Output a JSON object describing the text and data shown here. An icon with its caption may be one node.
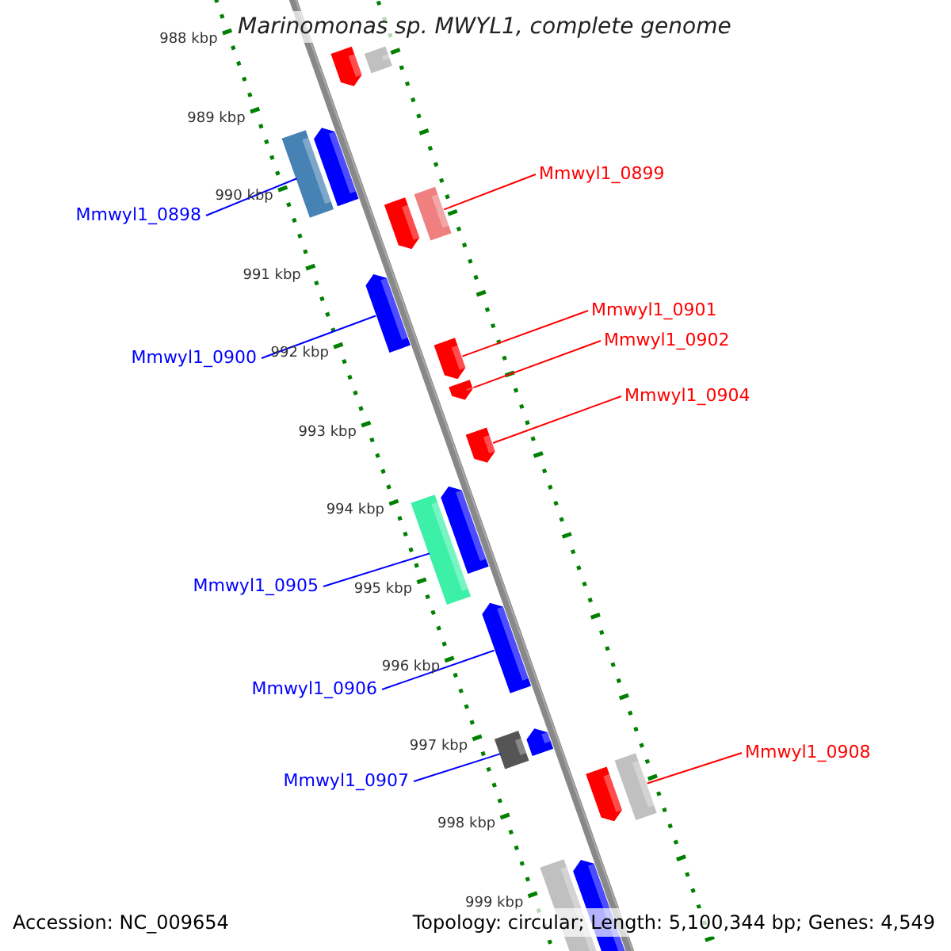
{
  "diagram": {
    "title": "Marinomonas sp. MWYL1, complete genome",
    "nodes": [
      {
        "text": [
          "Mmwyl1_0899"
        ]
      },
      {
        "text": [
          "Mmwyl1_0898"
        ]
      },
      {
        "text": [
          "Mmwyl1_0901"
        ]
      },
      {
        "text": [
          "Mmwyl1_0902"
        ]
      },
      {
        "text": [
          "Mmwyl1_0900"
        ]
      },
      {
        "text": [
          "Mmwyl1_0904"
        ]
      },
      {
        "text": [
          "Mmwyl1_0905"
        ]
      },
      {
        "text": [
          "Mmwyl1_0906"
        ]
      },
      {
        "text": [
          "Mmwyl1_0908"
        ]
      },
      {
        "text": [
          "Mmwyl1_0907"
        ]
      },
      {
        "text": [],
        "shape": "bar"
      },
      {
        "text": [],
        "shape": "bar"
      },
      {
        "text": [],
        "shape": "bar"
      },
      {
        "text": [],
        "shape": "bar"
      },
      {
        "text": [],
        "shape": "bar"
      },
      {
        "text": [],
        "shape": "bar"
      },
      {
        "text": [],
        "shape": "bar"
      },
      {
        "text": [],
        "shape": "bar"
      },
      {
        "text": [],
        "shape": "bar"
      },
      {
        "text": [],
        "shape": "bar"
      },
      {
        "text": [],
        "shape": "bar"
      },
      {
        "text": [],
        "shape": "bar"
      },
      {
        "text": [],
        "shape": "bar"
      },
      {
        "text": [],
        "shape": "bar"
      },
      {
        "text": [],
        "shape": "bar"
      },
      {
        "text": [],
        "shape": "bar"
      },
      {
        "text": [],
        "shape": "bar"
      },
      {
        "text": [],
        "shape": "bar"
      },
      {
        "text": [],
        "shape": "bar"
      }
    ],
    "edges": [
      {
        "from": 0,
        "to": 15,
        "arrow": "none",
        "color": "#ff0000"
      },
      {
        "from": 1,
        "to": 12,
        "arrow": "none",
        "color": "#0000ff"
      },
      {
        "from": 2,
        "to": 17,
        "arrow": "none",
        "color": "#ff0000"
      },
      {
        "from": 3,
        "to": 18,
        "arrow": "none",
        "color": "#ff0000"
      },
      {
        "from": 4,
        "to": 16,
        "arrow": "none",
        "color": "#0000ff"
      },
      {
        "from": 5,
        "to": 19,
        "arrow": "none",
        "color": "#ff0000"
      },
      {
        "from": 6,
        "to": 21,
        "arrow": "none",
        "color": "#0000ff"
      },
      {
        "from": 7,
        "to": 22,
        "arrow": "none",
        "color": "#0000ff"
      },
      {
        "from": 8,
        "to": 26,
        "arrow": "none",
        "color": "#ff0000"
      },
      {
        "from": 9,
        "to": 23,
        "arrow": "none",
        "color": "#0000ff"
      }
    ],
    "labels": [
      "988 kbp",
      "989 kbp",
      "990 kbp",
      "991 kbp",
      "992 kbp",
      "993 kbp",
      "994 kbp",
      "995 kbp",
      "996 kbp",
      "997 kbp",
      "998 kbp",
      "999 kbp",
      "Accession: NC_009654",
      "Topology: circular; Length: 5,100,344 bp; Genes: 4,549"
    ]
  }
}
